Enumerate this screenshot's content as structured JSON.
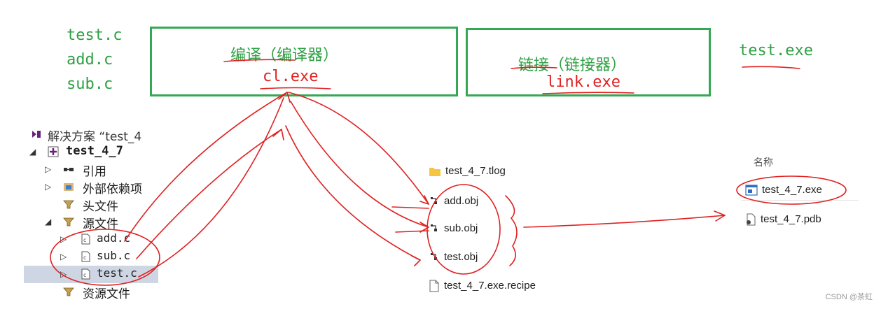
{
  "source_files": [
    "test.c",
    "add.c",
    "sub.c"
  ],
  "compile_stage": {
    "title": "编译（编译器）",
    "tool": "cl.exe"
  },
  "link_stage": {
    "title": "链接（链接器）",
    "tool": "link.exe"
  },
  "output_exe": "test.exe",
  "solution_explorer": {
    "root_label": "解决方案 “test_4",
    "project": "test_4_7",
    "items": [
      {
        "label": "引用",
        "icon": "references-icon"
      },
      {
        "label": "外部依赖项",
        "icon": "external-deps-icon"
      },
      {
        "label": "头文件",
        "icon": "filter-folder-icon"
      },
      {
        "label": "源文件",
        "icon": "filter-folder-icon"
      }
    ],
    "source_items": [
      "add.c",
      "sub.c",
      "test.c"
    ],
    "resource_folder": "资源文件"
  },
  "intermediate_files": {
    "folder": "test_4_7.tlog",
    "objs": [
      "add.obj",
      "sub.obj",
      "test.obj"
    ],
    "recipe": "test_4_7.exe.recipe"
  },
  "output_listing": {
    "column_header": "名称",
    "files": [
      "test_4_7.exe",
      "test_4_7.pdb"
    ]
  },
  "watermark": "CSDN @茶虹",
  "colors": {
    "green": "#34a853",
    "red": "#e02020",
    "selected_row": "#cfd6e3"
  }
}
